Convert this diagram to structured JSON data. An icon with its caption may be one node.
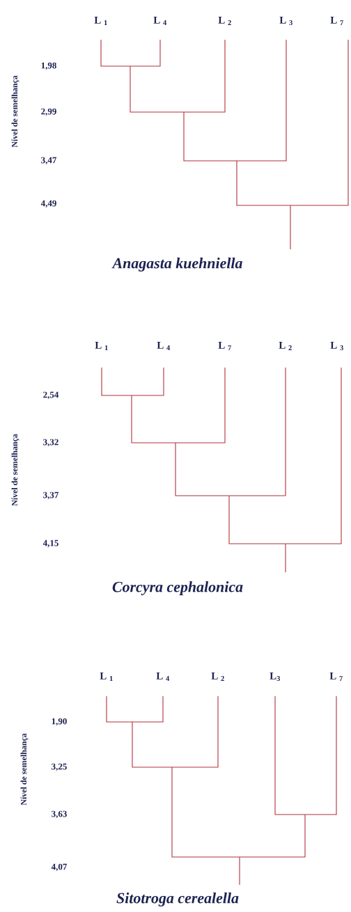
{
  "diagram": {
    "labels": [
      "L $_{1}$",
      "L $_{4}$",
      "L $_{2}$",
      "L $_{3}$",
      "L $_{7}$",
      "Nível de semelhança",
      "1,98",
      "2,99",
      "3,47",
      "4,49",
      "Anagasta kuehniella",
      "L $_{1}$",
      "L $_{4}$",
      "L $_{7}$",
      "L $_{2}$",
      "L $_{3}$",
      "Nível de semelhança",
      "2,54",
      "3,32",
      "3,37",
      "4,15",
      "Corcyra cephalonica",
      "L $_{1}$",
      "L $_{4}$",
      "L $_{2}$",
      "L$_{3}$",
      "L $_{7}$",
      "Nível de semelhança",
      "1,90",
      "3,25",
      "3,63",
      "4,07",
      "Sitotroga cerealella"
    ]
  }
}
